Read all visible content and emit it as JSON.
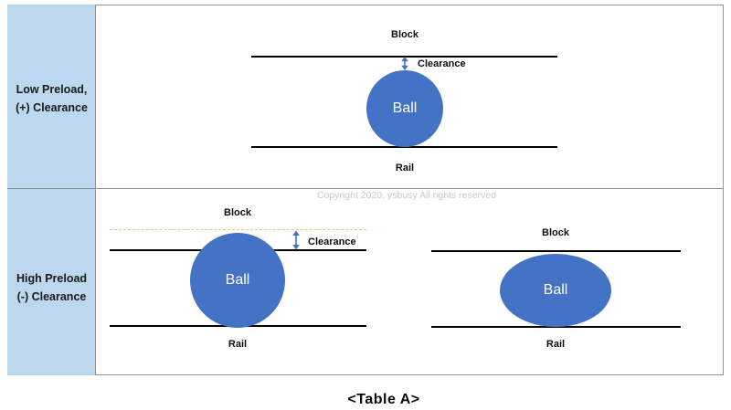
{
  "page": {
    "caption": "<Table A>",
    "watermark": "Copyright 2020. ysbusy All rights reserved"
  },
  "table": {
    "rows": [
      {
        "label_line1": "Low Preload,",
        "label_line2": "(+) Clearance"
      },
      {
        "label_line1": "High Preload",
        "label_line2": "(-) Clearance"
      }
    ]
  },
  "diagrams": {
    "low_preload": {
      "block_label": "Block",
      "clearance_label": "Clearance",
      "ball_label": "Ball",
      "rail_label": "Rail"
    },
    "high_preload_contact": {
      "block_label": "Block",
      "clearance_label": "Clearance",
      "ball_label": "Ball",
      "rail_label": "Rail"
    },
    "high_preload_deformed": {
      "block_label": "Block",
      "ball_label": "Ball",
      "rail_label": "Rail"
    }
  },
  "colors": {
    "ball_fill": "#4472C4",
    "header_cell_fill": "#BDD7EE",
    "arrow": "#4472C4",
    "clearance_reference_line": "#E6C97D",
    "diagram_line": "#000000",
    "table_border": "#8F8F8F",
    "watermark_text": "#C8C8C8"
  }
}
